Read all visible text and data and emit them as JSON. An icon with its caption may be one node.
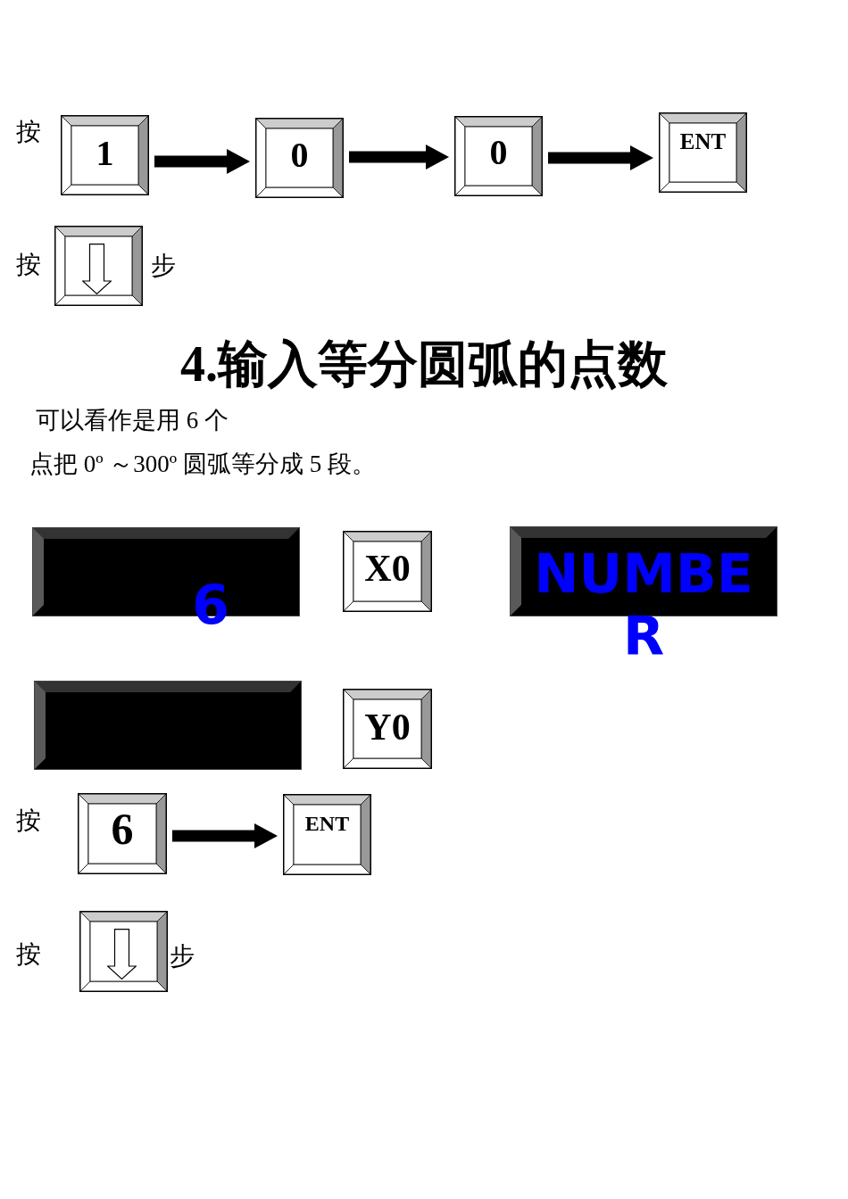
{
  "diagram": {
    "title": "4.输入等分圆弧的点数",
    "nodes": [
      {
        "text": [
          "1"
        ]
      },
      {
        "text": [
          "0"
        ]
      },
      {
        "text": [
          "0"
        ]
      },
      {
        "text": [
          "ENT"
        ]
      },
      {
        "text": [],
        "shape": "box"
      },
      {
        "text": [
          "6"
        ]
      },
      {
        "text": [
          "X0"
        ]
      },
      {
        "text": [
          "NUMBER"
        ]
      },
      {
        "text": [],
        "shape": "box"
      },
      {
        "text": [
          "Y0"
        ]
      },
      {
        "text": [
          "6"
        ]
      },
      {
        "text": [
          "ENT"
        ]
      },
      {
        "text": [],
        "shape": "box"
      }
    ],
    "edges": [
      {
        "from": 0,
        "to": 1,
        "arrow": "to"
      },
      {
        "from": 1,
        "to": 2,
        "arrow": "to"
      },
      {
        "from": 2,
        "to": 3,
        "arrow": "to"
      },
      {
        "from": 10,
        "to": 11,
        "arrow": "to"
      }
    ],
    "labels": [
      "按",
      "按",
      "步",
      "可以看作是用 6 个",
      "点把 0º ～300º 圆弧等分成 5 段。",
      "按",
      "按",
      "步"
    ]
  }
}
